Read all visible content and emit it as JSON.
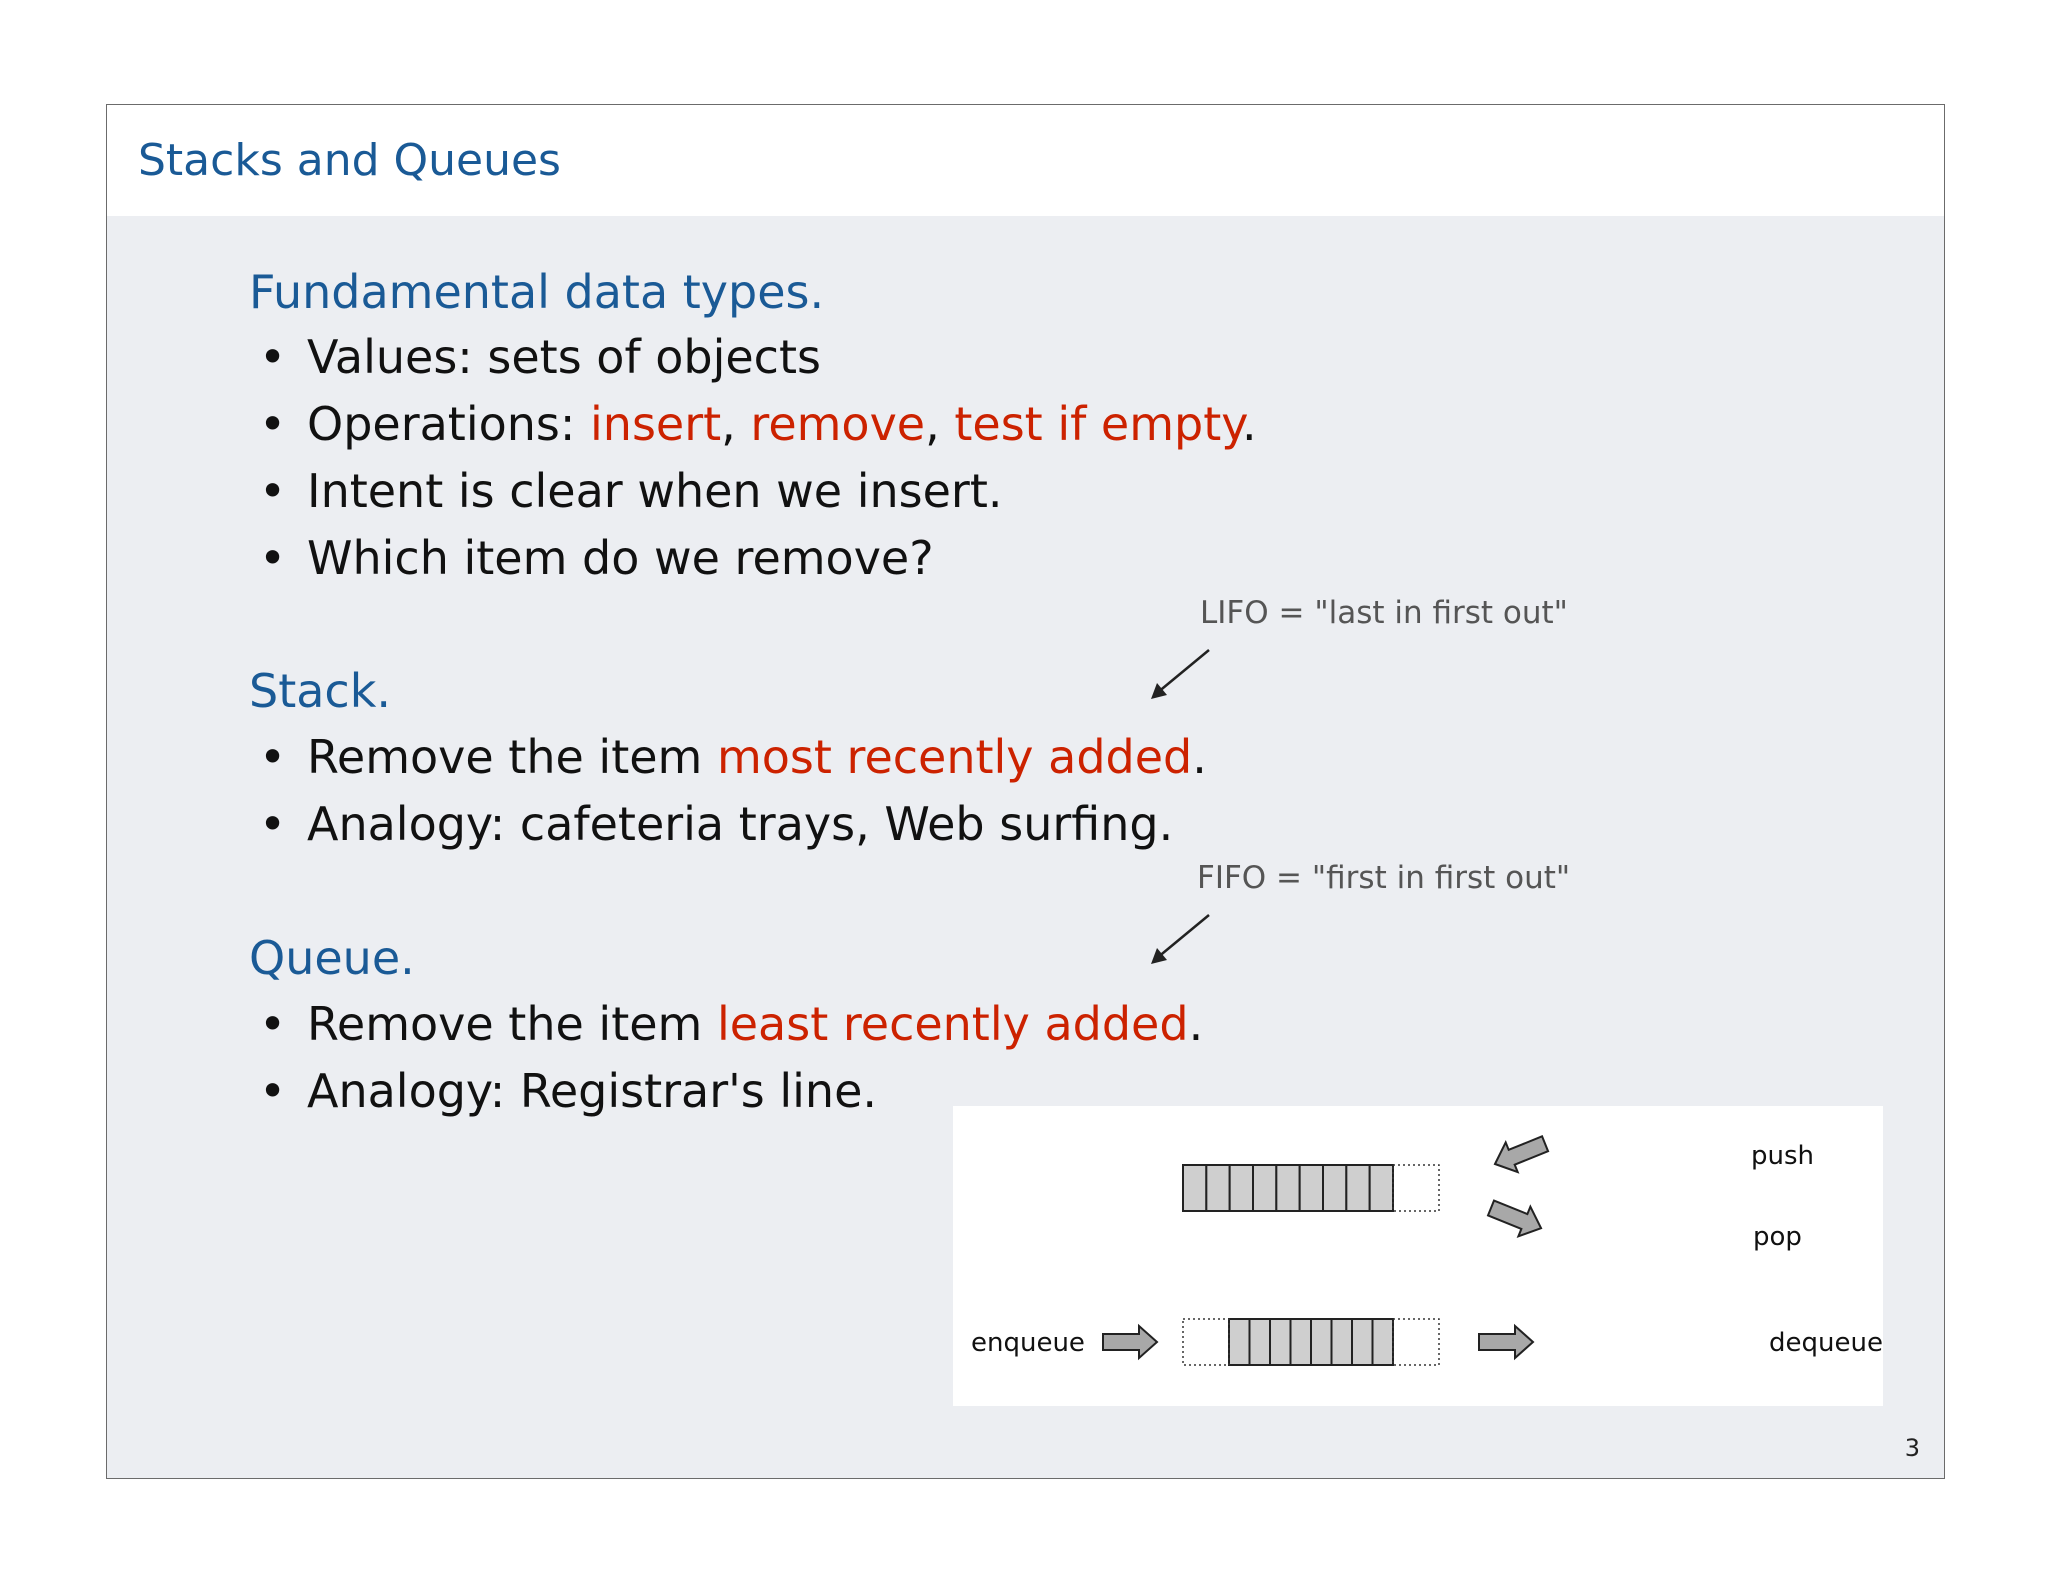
{
  "slide": {
    "title": "Stacks and Queues",
    "page_number": "3"
  },
  "section1": {
    "heading": "Fundamental data types.",
    "bullets": [
      {
        "parts": [
          {
            "text": "Values: sets of objects",
            "color": "black"
          }
        ]
      },
      {
        "parts": [
          {
            "text": "Operations: ",
            "color": "black"
          },
          {
            "text": "insert",
            "color": "red"
          },
          {
            "text": ", ",
            "color": "black"
          },
          {
            "text": "remove",
            "color": "red"
          },
          {
            "text": ", ",
            "color": "black"
          },
          {
            "text": "test if empty",
            "color": "red"
          },
          {
            "text": ".",
            "color": "black"
          }
        ]
      },
      {
        "parts": [
          {
            "text": "Intent is clear when we insert.",
            "color": "black"
          }
        ]
      },
      {
        "parts": [
          {
            "text": "Which item do we remove?",
            "color": "black"
          }
        ]
      }
    ]
  },
  "section2": {
    "heading": "Stack.",
    "note": "LIFO = \"last in first out\"",
    "bullets": [
      {
        "parts": [
          {
            "text": "Remove the item ",
            "color": "black"
          },
          {
            "text": "most recently added",
            "color": "red"
          },
          {
            "text": ".",
            "color": "black"
          }
        ]
      },
      {
        "parts": [
          {
            "text": "Analogy:  cafeteria trays, Web surfing.",
            "color": "black"
          }
        ]
      }
    ]
  },
  "section3": {
    "heading": "Queue.",
    "note": "FIFO = \"first in first out\"",
    "bullets": [
      {
        "parts": [
          {
            "text": "Remove the item ",
            "color": "black"
          },
          {
            "text": "least recently added",
            "color": "red"
          },
          {
            "text": ".",
            "color": "black"
          }
        ]
      },
      {
        "parts": [
          {
            "text": "Analogy:  Registrar's line.",
            "color": "black"
          }
        ]
      }
    ]
  },
  "diagram": {
    "push_label": "push",
    "pop_label": "pop",
    "enqueue_label": "enqueue",
    "dequeue_label": "dequeue",
    "stack_filled_cells": 9,
    "queue_filled_cells": 8
  },
  "colors": {
    "heading_blue": "#1a5a96",
    "emphasis_red": "#cc2200",
    "body_text": "#111111",
    "note_gray": "#555555",
    "cell_fill": "#cfcfcf",
    "arrow_fill": "#a8a8a8"
  }
}
